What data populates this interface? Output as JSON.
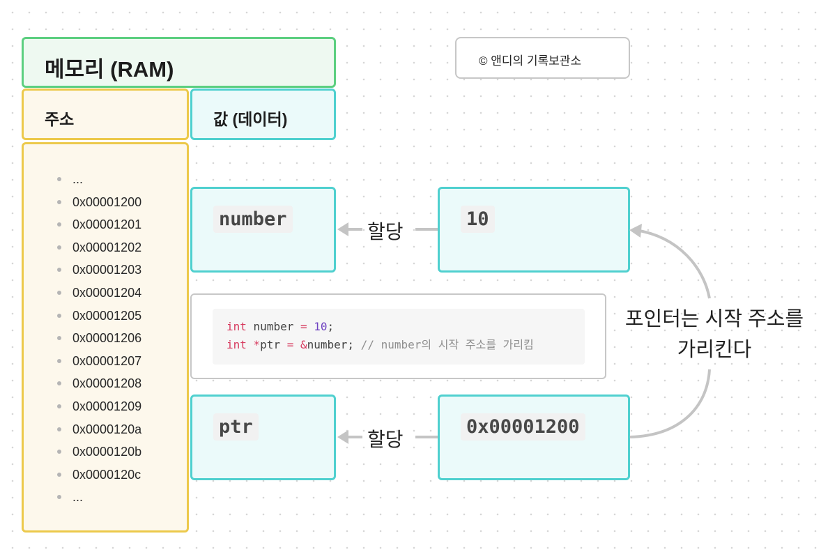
{
  "header": {
    "title": "메모리 (RAM)"
  },
  "credit": {
    "text": "© 앤디의 기록보관소"
  },
  "columns": {
    "address": "주소",
    "value": "값 (데이터)"
  },
  "addresses": [
    "...",
    "0x00001200",
    "0x00001201",
    "0x00001202",
    "0x00001203",
    "0x00001204",
    "0x00001205",
    "0x00001206",
    "0x00001207",
    "0x00001208",
    "0x00001209",
    "0x0000120a",
    "0x0000120b",
    "0x0000120c",
    "..."
  ],
  "variables": {
    "number": {
      "name": "number",
      "value": "10",
      "arrow_label": "할당"
    },
    "ptr": {
      "name": "ptr",
      "value": "0x00001200",
      "arrow_label": "할당"
    }
  },
  "code": {
    "line1": {
      "kw": "int",
      "ident": " number ",
      "op": "=",
      "num": " 10",
      "end": ";"
    },
    "line2": {
      "kw": "int",
      "op1": " *",
      "ident": "ptr ",
      "op2": "=",
      "amp": " &",
      "ident2": "number;",
      "comment": " // number의 시작 주소를 가리킴"
    }
  },
  "pointer_note": {
    "line1": "포인터는 시작 주소를",
    "line2": "가리킨다"
  },
  "colors": {
    "header_border": "#5ccf80",
    "address_border": "#ecc94b",
    "value_border": "#4fd0cf",
    "arrow": "#c4c4c4"
  }
}
